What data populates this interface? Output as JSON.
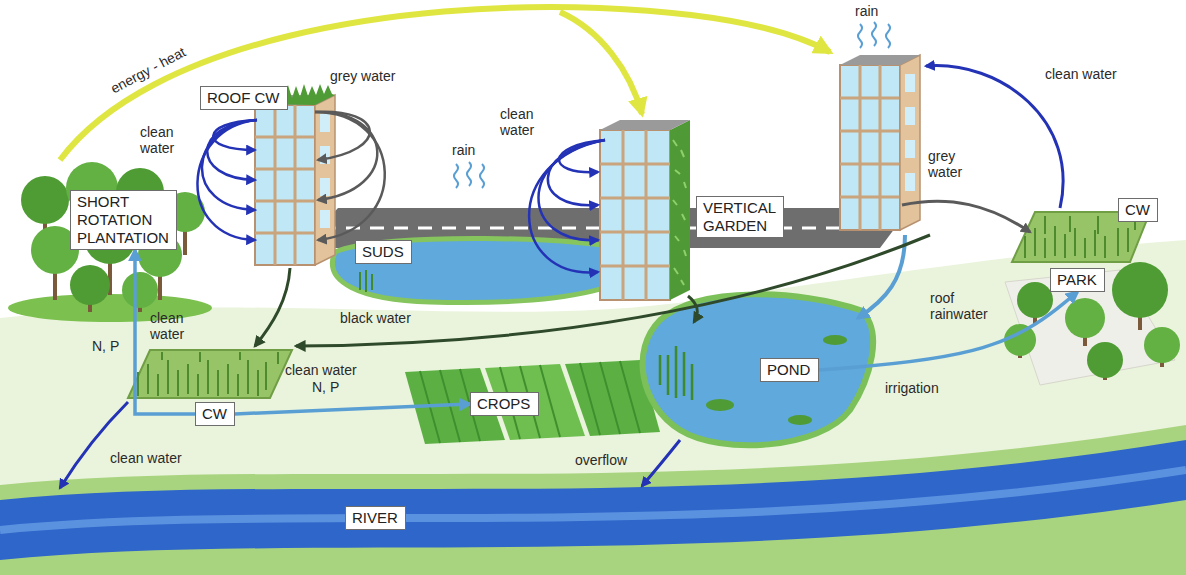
{
  "diagram": {
    "nodes": [
      {
        "text": [
          "ROOF CW"
        ]
      },
      {
        "text": [
          "VERTICAL GARDEN"
        ]
      },
      {
        "text": [
          "CW"
        ]
      },
      {
        "text": [
          "SHORT ROTATION PLANTATION"
        ]
      },
      {
        "text": [
          "SUDS"
        ]
      },
      {
        "text": [
          "PARK"
        ]
      },
      {
        "text": [
          "CW"
        ]
      },
      {
        "text": [
          "CROPS"
        ]
      },
      {
        "text": [
          "POND"
        ]
      },
      {
        "text": [
          "RIVER"
        ]
      }
    ],
    "edges": [
      {
        "from": 6,
        "to": 3,
        "arrow": "to"
      },
      {
        "from": 6,
        "to": 7,
        "arrow": "to"
      },
      {
        "from": 8,
        "to": 5,
        "arrow": "to"
      }
    ],
    "labels": [
      "rain",
      "energy - heat",
      "grey water",
      "clean water",
      "clean water",
      "clean water",
      "rain",
      "grey water",
      "roof rainwater",
      "black water",
      "clean water",
      "N, P",
      "clean water",
      "N, P",
      "irrigation",
      "clean water",
      "overflow"
    ]
  }
}
